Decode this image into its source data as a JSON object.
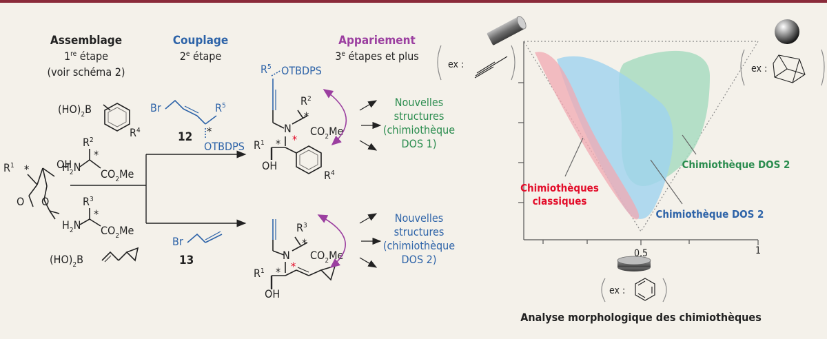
{
  "colors": {
    "background": "#f4f1ea",
    "top_rule": "#8a2a3a",
    "ink": "#222222",
    "blue": "#2d63a8",
    "green": "#2a8c4e",
    "purple": "#9b3fa0",
    "red": "#e30d2a",
    "pink_region": "#f2a8b2",
    "blue_region": "#9fd3ef",
    "green_region": "#a8dcc1"
  },
  "steps": {
    "assemblage": {
      "title": "Assemblage",
      "line1": "1",
      "line1_sup": "re",
      "line1_tail": " étape",
      "line2": "(voir schéma 2)"
    },
    "couplage": {
      "title": "Couplage",
      "line1": "2",
      "line1_sup": "e",
      "line1_tail": " étape"
    },
    "appariement": {
      "title": "Appariement",
      "line1": "3",
      "line1_sup": "e",
      "line1_tail": " étapes et plus"
    }
  },
  "reagents": {
    "boronic_acid": "(HO)",
    "boronic_sub": "2",
    "boron": "B",
    "r4": "R",
    "r4_sup": "4",
    "r2": "R",
    "r2_sup": "2",
    "h2n": "H",
    "h2n_sub": "2",
    "h2n_tail": "N",
    "co2me": "CO",
    "co2me_sub": "2",
    "co2me_tail": "Me",
    "r3": "R",
    "r3_sup": "3",
    "r1": "R",
    "r1_sup": "1",
    "oh": "OH",
    "o": "O",
    "star": "*",
    "compound12_br": "Br",
    "compound12_r5": "R",
    "compound12_r5_sup": "5",
    "compound12_otbdps": "OTBDPS",
    "compound12_label": "12",
    "compound13_br": "Br",
    "compound13_label": "13"
  },
  "products": {
    "top": {
      "otbdps": "OTBDPS",
      "r5": "R",
      "r5_sup": "5",
      "n": "N",
      "r1": "R",
      "r1_sup": "1",
      "r2": "R",
      "r2_sup": "2",
      "r4": "R",
      "r4_sup": "4",
      "oh": "OH"
    },
    "bottom": {
      "n": "N",
      "r1": "R",
      "r1_sup": "1",
      "r3": "R",
      "r3_sup": "3",
      "oh": "OH"
    }
  },
  "outcomes": {
    "dos1": {
      "l1": "Nouvelles",
      "l2": "structures",
      "l3": "(chimiothèque",
      "l4": "DOS 1)"
    },
    "dos2": {
      "l1": "Nouvelles",
      "l2": "structures",
      "l3": "(chimiothèque",
      "l4": "DOS 2)"
    }
  },
  "pmi": {
    "ex_label": "ex :",
    "label_classic_1": "Chimiothèques",
    "label_classic_2": "classiques",
    "label_dos2_green": "Chimiothèque DOS 2",
    "label_dos2_blue": "Chimiothèque DOS 2",
    "tick_half": "0,5",
    "tick_one": "1",
    "caption": "Analyse morphologique des chimiothèques"
  }
}
